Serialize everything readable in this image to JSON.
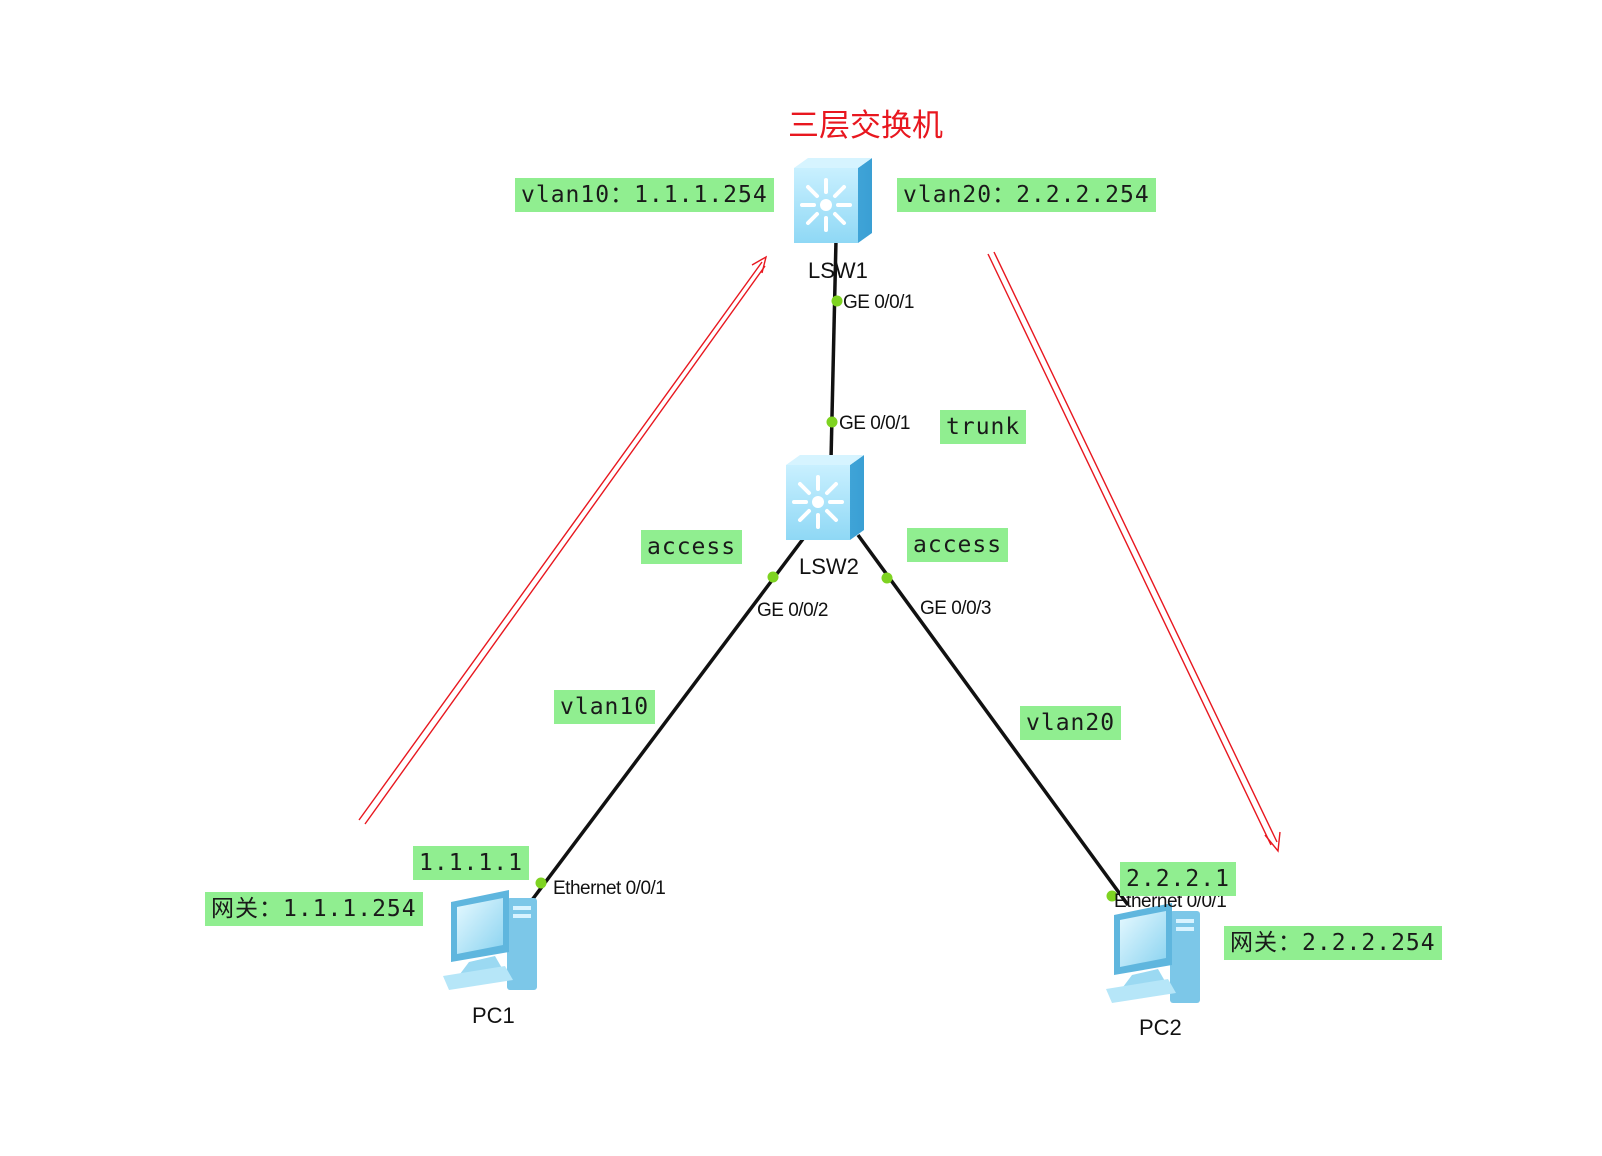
{
  "title": "三层交换机",
  "devices": {
    "lsw1": {
      "label": "LSW1",
      "type": "switch-l3"
    },
    "lsw2": {
      "label": "LSW2",
      "type": "switch-l2"
    },
    "pc1": {
      "label": "PC1",
      "type": "pc"
    },
    "pc2": {
      "label": "PC2",
      "type": "pc"
    }
  },
  "ports": {
    "lsw1_ge001": "GE 0/0/1",
    "lsw2_ge001": "GE 0/0/1",
    "lsw2_ge002": "GE 0/0/2",
    "lsw2_ge003": "GE 0/0/3",
    "pc1_eth": "Ethernet 0/0/1",
    "pc2_eth": "Ethernet 0/0/1"
  },
  "notes": {
    "vlan10_gw": "vlan10：1.1.1.254",
    "vlan20_gw": "vlan20：2.2.2.254",
    "trunk": "trunk",
    "access_left": "access",
    "access_right": "access",
    "vlan10": "vlan10",
    "vlan20": "vlan20",
    "pc1_ip": "1.1.1.1",
    "pc2_ip": "2.2.2.1",
    "pc1_gateway": "网关：1.1.1.254",
    "pc2_gateway": "网关：2.2.2.254"
  },
  "colors": {
    "note_bg": "#90ee90",
    "title": "#e8171f",
    "arrow": "#e8171f",
    "link": "#111111",
    "port_dot": "#7ed321",
    "switch_face": "#8fd8f5",
    "pc_body": "#a9e3f7"
  },
  "icons": {
    "switch": "switch-icon",
    "pc": "pc-icon"
  }
}
